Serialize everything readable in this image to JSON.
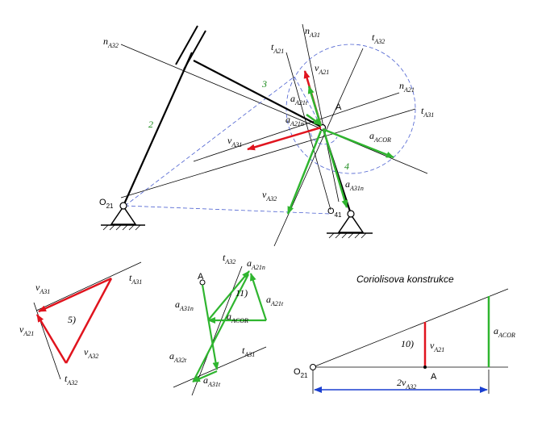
{
  "colors": {
    "red": "#e0141e",
    "green": "#2fb52f",
    "blue_dash": "#4a5fd0",
    "blue": "#1a3fd0",
    "black": "#000000"
  },
  "labels": {
    "nA32": [
      "n",
      "A32"
    ],
    "tA21_top": [
      "t",
      "A21"
    ],
    "nA31_top": [
      "n",
      "A31"
    ],
    "tA32_top": [
      "t",
      "A32"
    ],
    "vA21_top": [
      "v",
      "A21"
    ],
    "nA21": [
      "n",
      "A21"
    ],
    "aA21t": [
      "a",
      "A21t"
    ],
    "A_top": "A",
    "tA31_right": [
      "t",
      "A31"
    ],
    "aA21n": [
      "a",
      "A21n"
    ],
    "vA31_top": [
      "v",
      "A31"
    ],
    "aACOR_top": [
      "a",
      "ACOR"
    ],
    "aA31n_top": [
      "a",
      "A31n"
    ],
    "vA32_top": [
      "v",
      "A32"
    ],
    "O21": [
      "O",
      "21"
    ],
    "O41": [
      "O",
      "41"
    ],
    "link2": "2",
    "link3": "3",
    "link4": "4",
    "vA31_tri": [
      "v",
      "A31"
    ],
    "tA31_tri": [
      "t",
      "A31"
    ],
    "vA21_tri": [
      "v",
      "A21"
    ],
    "vA32_tri": [
      "v",
      "A32"
    ],
    "tA32_tri": [
      "t",
      "A32"
    ],
    "tri_num": "5)",
    "tA32_acc": [
      "t",
      "A32"
    ],
    "aA21n_acc": [
      "a",
      "A21n"
    ],
    "A_acc": "A",
    "acc_num": "11)",
    "aA21t_acc": [
      "a",
      "A21t"
    ],
    "aA31n_acc": [
      "a",
      "A31n"
    ],
    "aACOR_acc": [
      "a",
      "ACOR"
    ],
    "aA32t_acc": [
      "a",
      "A32t"
    ],
    "tA31_acc": [
      "t",
      "A31"
    ],
    "aA31t_acc": [
      "a",
      "A31t"
    ],
    "coriolis_title": "Coriolisova konstrukce",
    "cor_num": "10)",
    "vA21_cor": [
      "v",
      "A21"
    ],
    "aACOR_cor": [
      "a",
      "ACOR"
    ],
    "O21_cor": [
      "O",
      "21"
    ],
    "A_cor": "A",
    "two_vA32": [
      "2v",
      "A32"
    ]
  }
}
